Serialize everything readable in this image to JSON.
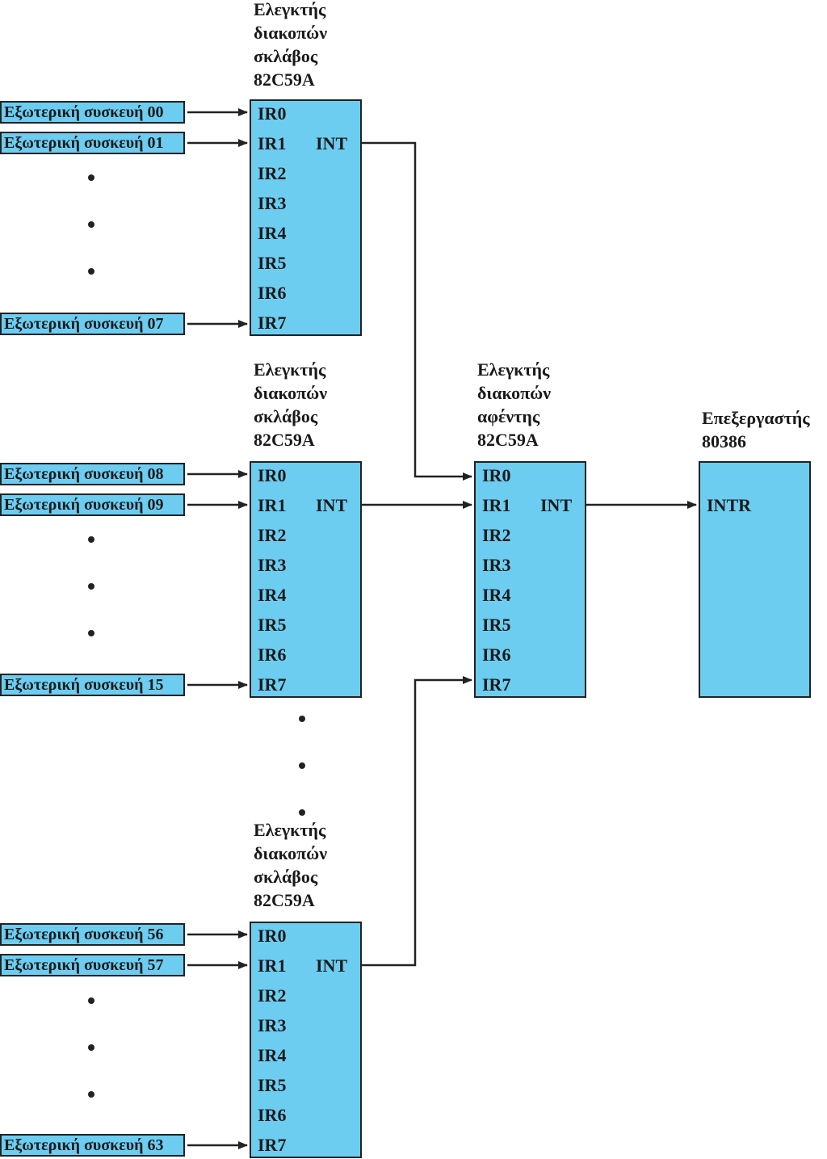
{
  "device_prefix": "Εξωτερική συσκευή",
  "device_groups": [
    [
      "00",
      "01",
      "07"
    ],
    [
      "08",
      "09",
      "15"
    ],
    [
      "56",
      "57",
      "63"
    ]
  ],
  "slave_caption": [
    "Ελεγκτής",
    "διακοπών",
    "σκλάβος",
    "82C59A"
  ],
  "master_caption": [
    "Ελεγκτής",
    "διακοπών",
    "αφέντης",
    "82C59A"
  ],
  "processor_caption": [
    "Επεξεργαστής",
    "80386"
  ],
  "ir_pins": [
    "IR0",
    "IR1",
    "IR2",
    "IR3",
    "IR4",
    "IR5",
    "IR6",
    "IR7"
  ],
  "int_label": "INT",
  "intr_label": "INTR"
}
